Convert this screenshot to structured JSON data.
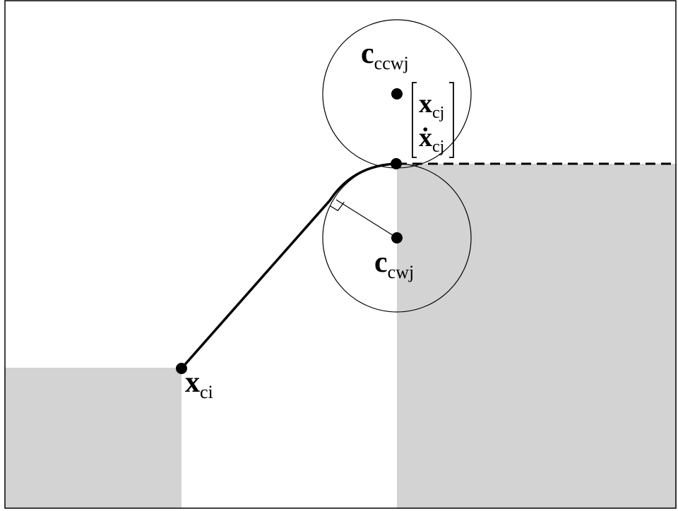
{
  "labels": {
    "c_ccw": {
      "main": "c",
      "sub": "ccwj"
    },
    "c_cw": {
      "main": "c",
      "sub": "cwj"
    },
    "x_ci": {
      "main": "x",
      "sub": "ci"
    },
    "state_pos": {
      "main": "x",
      "sub": "cj"
    },
    "state_vel": {
      "main": "ẋ",
      "sub": "cj"
    }
  },
  "colors": {
    "obstacle_fill": "#d3d3d3",
    "stroke": "#000000",
    "background": "#ffffff"
  }
}
